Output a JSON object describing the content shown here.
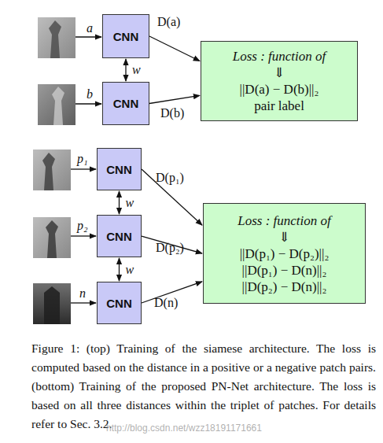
{
  "diagram": {
    "caption": "Figure 1: (top) Training of the siamese architecture. The loss is computed based on the distance in a positive or a negative patch pairs. (bottom) Training of the proposed PN-Net architecture. The loss is based on all three distances within the triplet of patches. For details refer to Sec. 3.2.",
    "nodes": [
      {
        "text": [
          "CNN"
        ]
      },
      {
        "text": [
          "CNN"
        ]
      },
      {
        "text": [
          "Loss : function of",
          "⇓",
          "||D(a) − D(b)||₂",
          "pair label"
        ]
      },
      {
        "text": [
          "CNN"
        ]
      },
      {
        "text": [
          "CNN"
        ]
      },
      {
        "text": [
          "CNN"
        ]
      },
      {
        "text": [
          "Loss : function of",
          "⇓",
          "||D(p₁) − D(p₂)||₂",
          "||D(p₁) − D(n)||₂",
          "||D(p₂) − D(n)||₂"
        ]
      }
    ],
    "edges": [
      {
        "from": 0,
        "to": 2,
        "arrow": "to",
        "label": "D(a)"
      },
      {
        "from": 1,
        "to": 2,
        "arrow": "to",
        "label": "D(b)"
      },
      {
        "from": 0,
        "to": 1,
        "arrow": "both",
        "label": "w"
      },
      {
        "from": 3,
        "to": 6,
        "arrow": "to",
        "label": "D(p₁)"
      },
      {
        "from": 4,
        "to": 6,
        "arrow": "to",
        "label": "D(p₂)"
      },
      {
        "from": 5,
        "to": 6,
        "arrow": "to",
        "label": "D(n)"
      },
      {
        "from": 3,
        "to": 4,
        "arrow": "both",
        "label": "w"
      },
      {
        "from": 4,
        "to": 5,
        "arrow": "both",
        "label": "w"
      }
    ],
    "labels": [
      "a",
      "b",
      "p₁",
      "p₂",
      "n",
      "http://blog.csdn.net/wzz18191171661"
    ]
  }
}
